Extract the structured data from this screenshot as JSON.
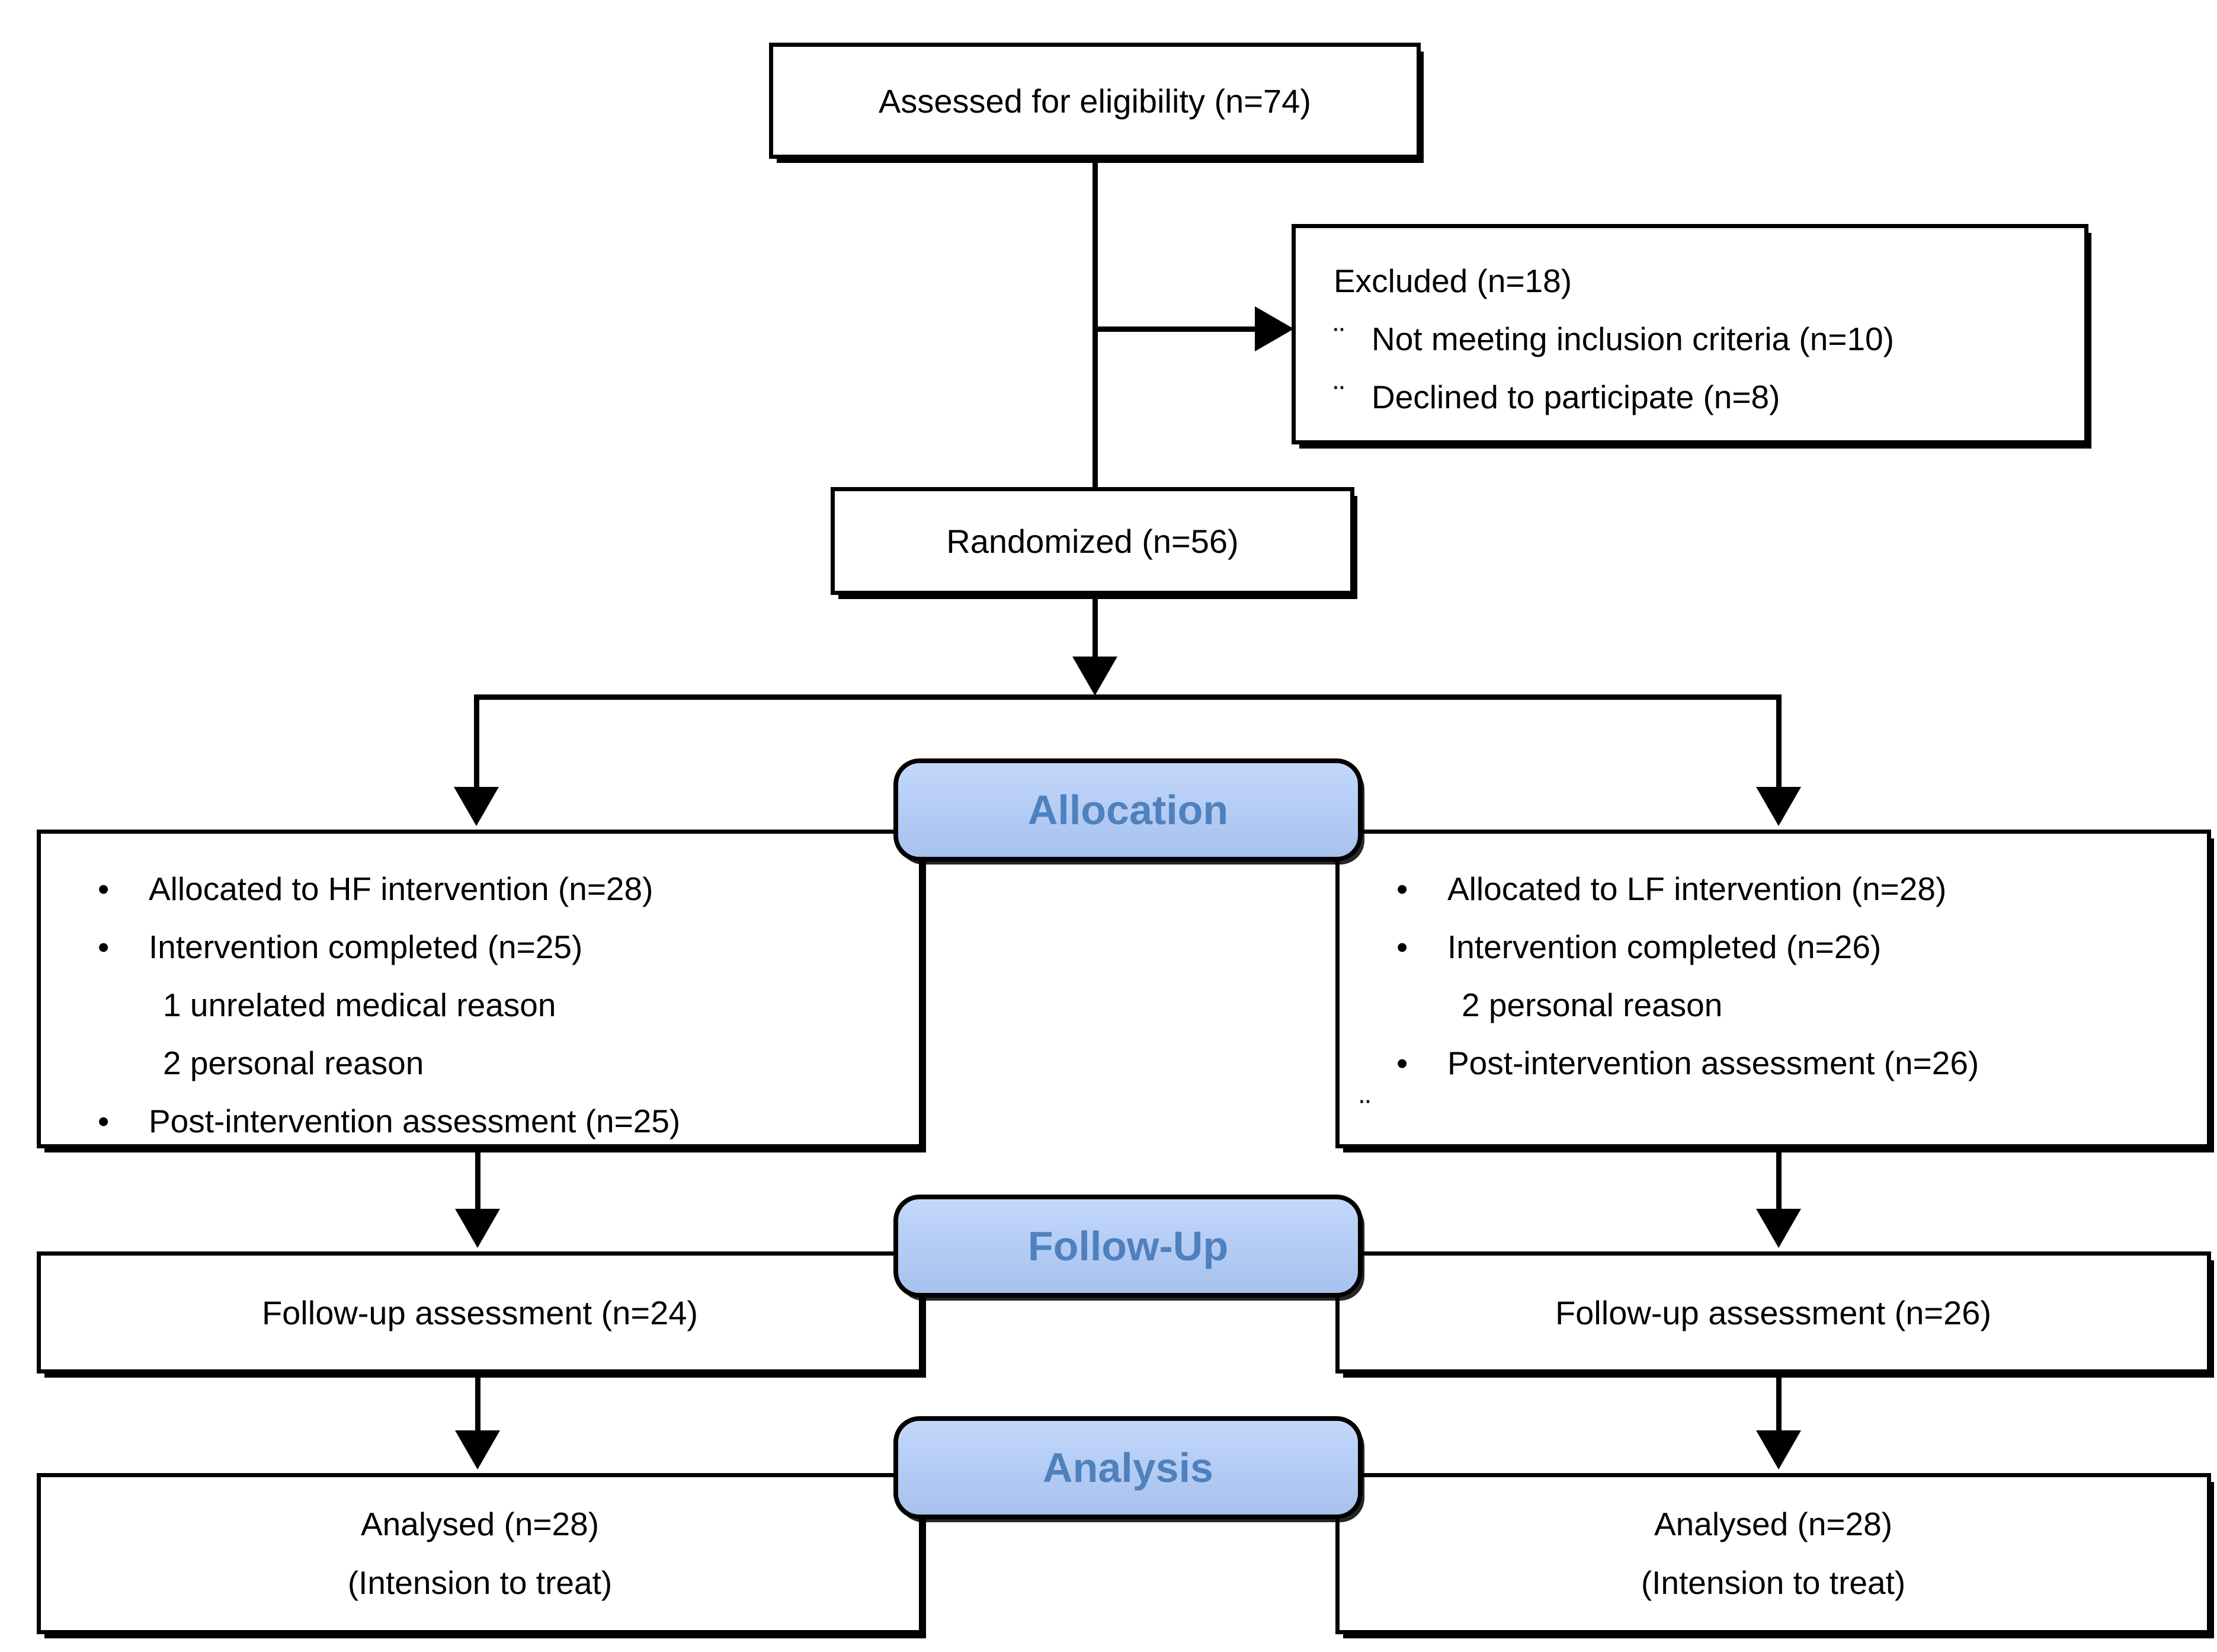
{
  "glyphs": {
    "bullet": "•",
    "dieresis": "¨"
  },
  "colors": {
    "stage_fill_top": "#c3d7fa",
    "stage_fill_bottom": "#a7c2ee",
    "stage_text": "#4e81bd",
    "line": "#000000",
    "node_background": "#ffffff"
  },
  "nodes": {
    "assessed": {
      "label": "Assessed for eligibility (n=74)"
    },
    "excluded": {
      "title": "Excluded (n=18)",
      "items": [
        {
          "marker": "¨",
          "text": "Not meeting inclusion criteria (n=10)"
        },
        {
          "marker": "¨",
          "text": "Declined to participate (n=8)"
        }
      ]
    },
    "randomized": {
      "label": "Randomized (n=56)"
    },
    "stages": {
      "allocation": "Allocation",
      "follow_up": "Follow-Up",
      "analysis": "Analysis"
    },
    "hf_allocation": {
      "lines": [
        {
          "marker": "•",
          "text": "Allocated to HF intervention (n=28)"
        },
        {
          "marker": "•",
          "text": "Intervention completed (n=25)"
        },
        {
          "marker": "",
          "text": "1 unrelated medical reason"
        },
        {
          "marker": "",
          "text": "2 personal reason"
        },
        {
          "marker": "•",
          "text": "Post-intervention assessment (n=25)"
        }
      ]
    },
    "lf_allocation": {
      "lines": [
        {
          "marker": "•",
          "text": "Allocated to LF intervention (n=28)"
        },
        {
          "marker": "•",
          "text": "Intervention completed (n=26)"
        },
        {
          "marker": "",
          "text": "2 personal reason"
        },
        {
          "marker": "•",
          "text": "Post-intervention assessment (n=26)"
        }
      ],
      "stray_mark": "¨"
    },
    "hf_follow_up": {
      "label": "Follow-up assessment (n=24)"
    },
    "lf_follow_up": {
      "label": "Follow-up assessment (n=26)"
    },
    "hf_analysis": {
      "line1": "Analysed (n=28)",
      "line2": "(Intension to treat)"
    },
    "lf_analysis": {
      "line1": "Analysed (n=28)",
      "line2": "(Intension to treat)"
    }
  }
}
